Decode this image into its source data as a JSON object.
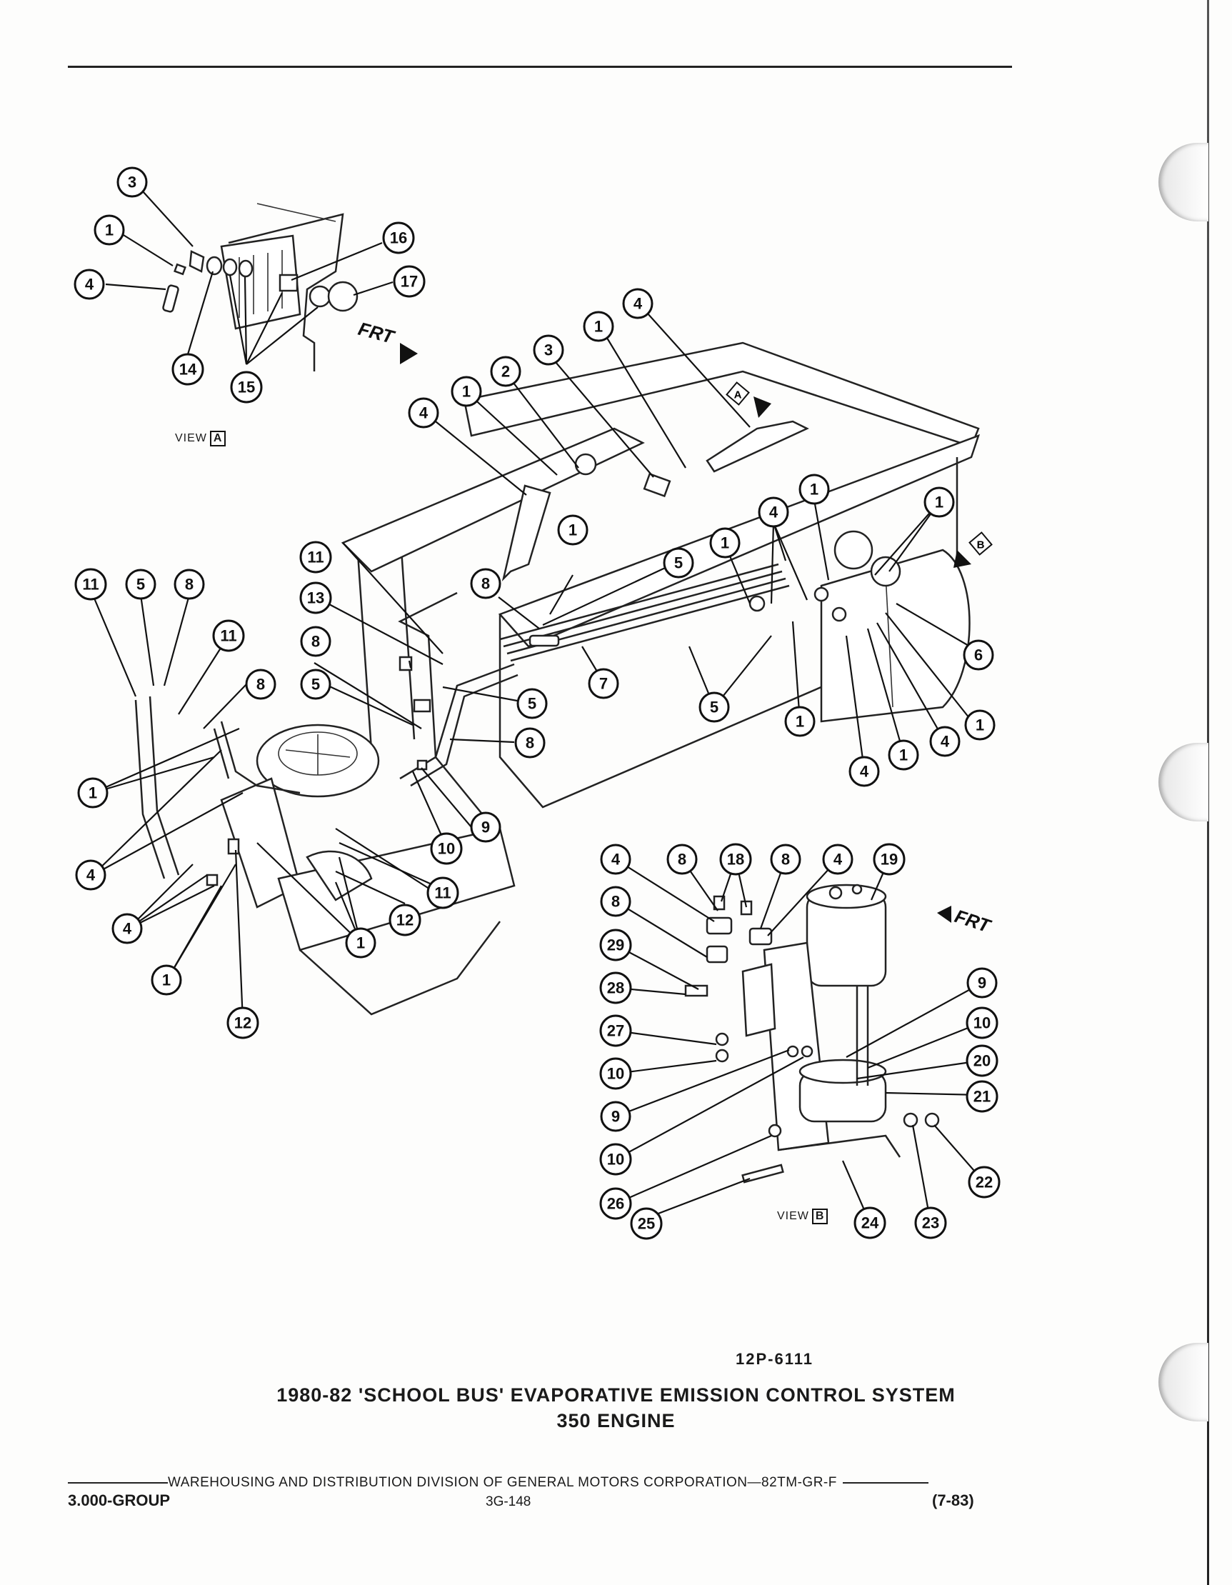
{
  "figure_number": "12P-6111",
  "title_line_1": "1980-82 'SCHOOL BUS' EVAPORATIVE EMISSION CONTROL SYSTEM",
  "title_line_2": "350 ENGINE",
  "footer": {
    "division_line": "WAREHOUSING AND DISTRIBUTION  DIVISION OF GENERAL MOTORS CORPORATION—82TM-GR-F",
    "group": "3.000-GROUP",
    "page": "3G-148",
    "date": "(7-83)"
  },
  "views": {
    "view_a_word": "VIEW",
    "view_a_letter": "A",
    "view_b_word": "VIEW",
    "view_b_letter": "B"
  },
  "frt": {
    "upper": "FRT",
    "view_b": "FRT"
  },
  "callouts": [
    "1",
    "2",
    "3",
    "4",
    "5",
    "6",
    "7",
    "8",
    "9",
    "10",
    "11",
    "12",
    "13",
    "14",
    "15",
    "16",
    "17",
    "18",
    "19",
    "20",
    "21",
    "22",
    "23",
    "24",
    "25",
    "26",
    "27",
    "28",
    "29"
  ]
}
